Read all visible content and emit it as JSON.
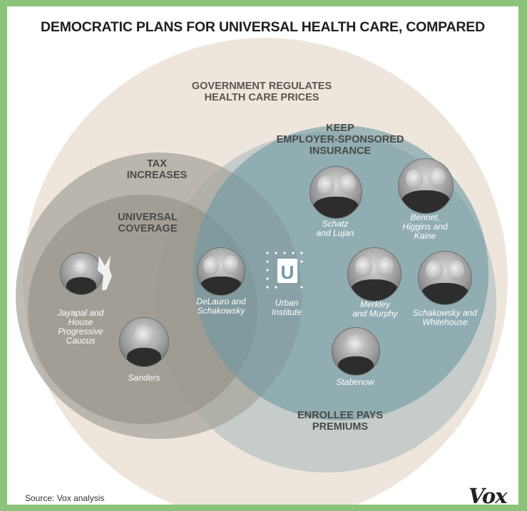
{
  "title": "DEMOCRATIC PLANS FOR UNIVERSAL HEALTH CARE, COMPARED",
  "regions": {
    "government_regulates": "GOVERNMENT REGULATES\nHEALTH CARE PRICES",
    "keep_employer": "KEEP\nEMPLOYER-SPONSORED\nINSURANCE",
    "tax_increases": "TAX\nINCREASES",
    "universal_coverage": "UNIVERSAL\nCOVERAGE",
    "enrollee_pays": "ENROLLEE PAYS\nPREMIUMS"
  },
  "plans": {
    "jayapal": "Jayapal and\nHouse\nProgressive\nCaucus",
    "sanders": "Sanders",
    "delauro": "DeLauro and\nSchakowsky",
    "urban": "Urban\nInstitute",
    "schatz": "Schatz\nand Lujan",
    "bennet": "Bennet,\nHiggins and\nKaine",
    "merkley": "Merkley\nand Murphy",
    "schakowsky_whitehouse": "Schakowsky and\nWhitehouse",
    "stabenow": "Stabenow"
  },
  "urban_logo_letter": "U",
  "source": "Source: Vox analysis",
  "brand": "Vox",
  "colors": {
    "outer_circle": "#eee6dc",
    "tax_circle": "#b3aea6",
    "universal_circle": "#a29d94",
    "employer_circle": "#7fa8b0",
    "premiums_circle": "#c4cbc8",
    "frame_border": "#8cc37a"
  }
}
